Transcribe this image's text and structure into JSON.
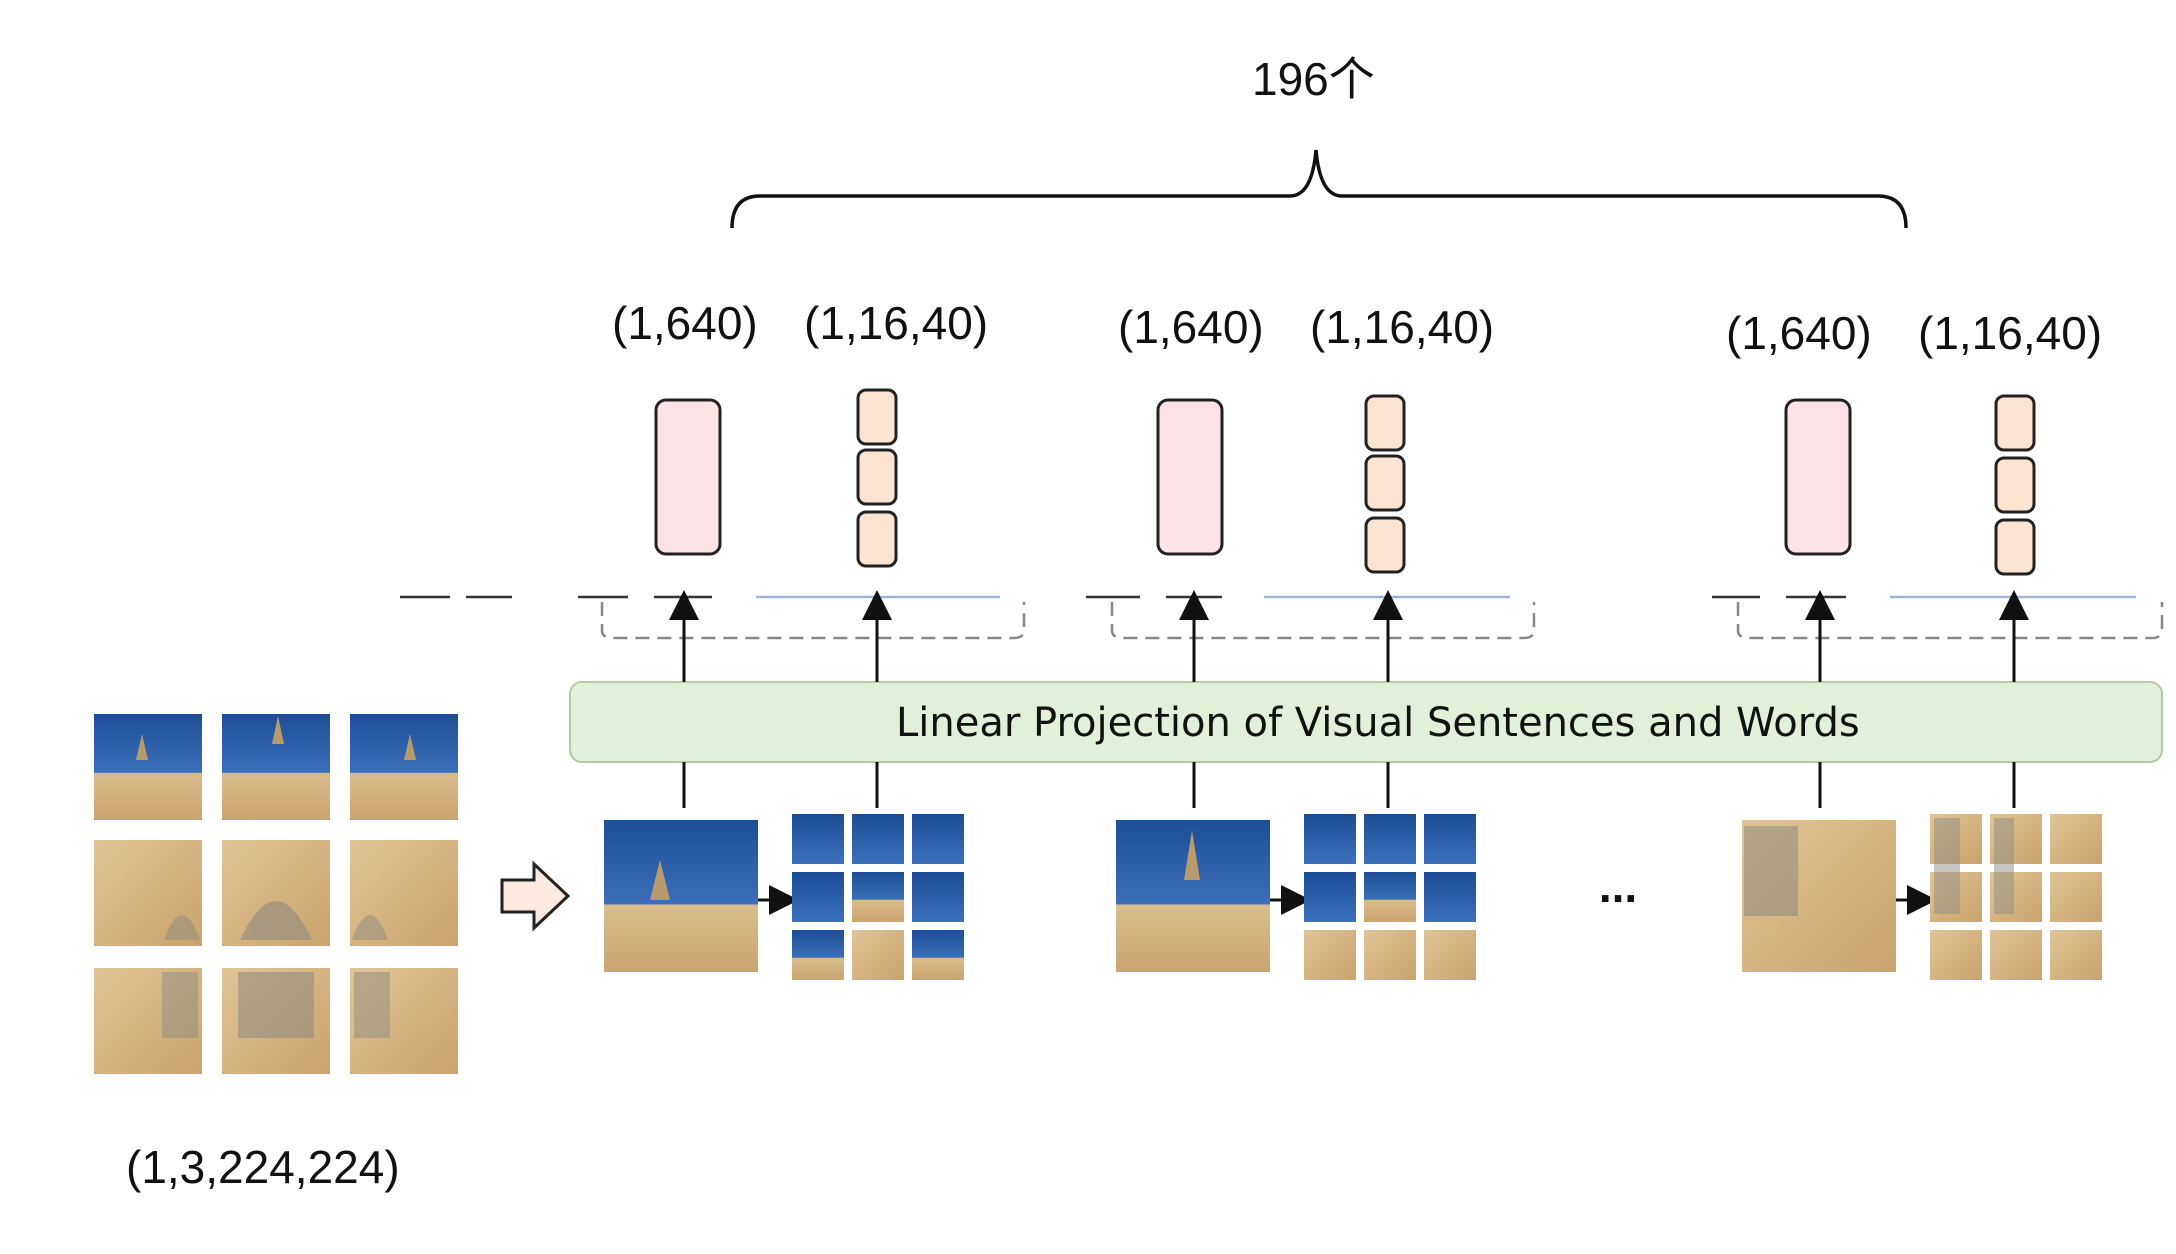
{
  "top_count_label": "196个",
  "projection_label": "Linear Projection of Visual Sentences and Words",
  "input_shape_label": "(1,3,224,224)",
  "ellipsis": "...",
  "groups": [
    {
      "sentence_shape": "(1,640)",
      "words_shape": "(1,16,40)"
    },
    {
      "sentence_shape": "(1,640)",
      "words_shape": "(1,16,40)"
    },
    {
      "sentence_shape": "(1,640)",
      "words_shape": "(1,16,40)"
    }
  ],
  "colors": {
    "sentence_token_fill": "#fde3e6",
    "word_token_fill": "#fce3d2",
    "projection_fill": "#e2efd9",
    "projection_stroke": "#b5c9a7",
    "sky": "#2c5aa0",
    "stone": "#d8b98a"
  }
}
